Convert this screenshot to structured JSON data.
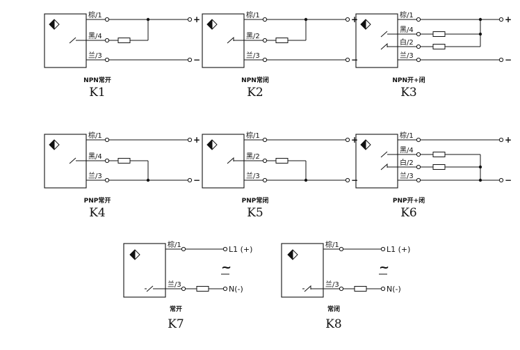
{
  "pins": {
    "brown": "棕/1",
    "black": "黑/4",
    "black2": "黑/2",
    "white": "白/2",
    "blue": "兰/3"
  },
  "signs": {
    "plus": "+",
    "minus": "−"
  },
  "ac": {
    "l1": "L1 (+)",
    "n": "N(-)",
    "tilde": "~"
  },
  "circuits": [
    {
      "id": "K1",
      "caption": "NPN常开",
      "label": "K1"
    },
    {
      "id": "K2",
      "caption": "NPN常闭",
      "label": "K2"
    },
    {
      "id": "K3",
      "caption": "NPN开+闭",
      "label": "K3"
    },
    {
      "id": "K4",
      "caption": "PNP常开",
      "label": "K4"
    },
    {
      "id": "K5",
      "caption": "PNP常闭",
      "label": "K5"
    },
    {
      "id": "K6",
      "caption": "PNP开+闭",
      "label": "K6"
    },
    {
      "id": "K7",
      "caption": "常开",
      "label": "K7"
    },
    {
      "id": "K8",
      "caption": "常闭",
      "label": "K8"
    }
  ]
}
